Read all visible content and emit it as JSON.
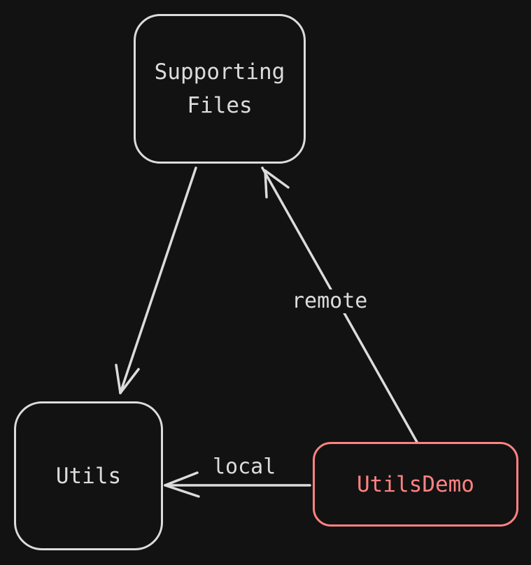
{
  "diagram": {
    "nodes": {
      "supporting_files": {
        "label": "Supporting\nFiles"
      },
      "utils": {
        "label": "Utils"
      },
      "utils_demo": {
        "label": "UtilsDemo"
      }
    },
    "edges": {
      "supporting_to_utils": {
        "label": ""
      },
      "demo_to_supporting": {
        "label": "remote"
      },
      "demo_to_utils": {
        "label": "local"
      }
    }
  },
  "colors": {
    "background": "#121212",
    "stroke": "#dcdcdc",
    "accent": "#ff8383"
  }
}
